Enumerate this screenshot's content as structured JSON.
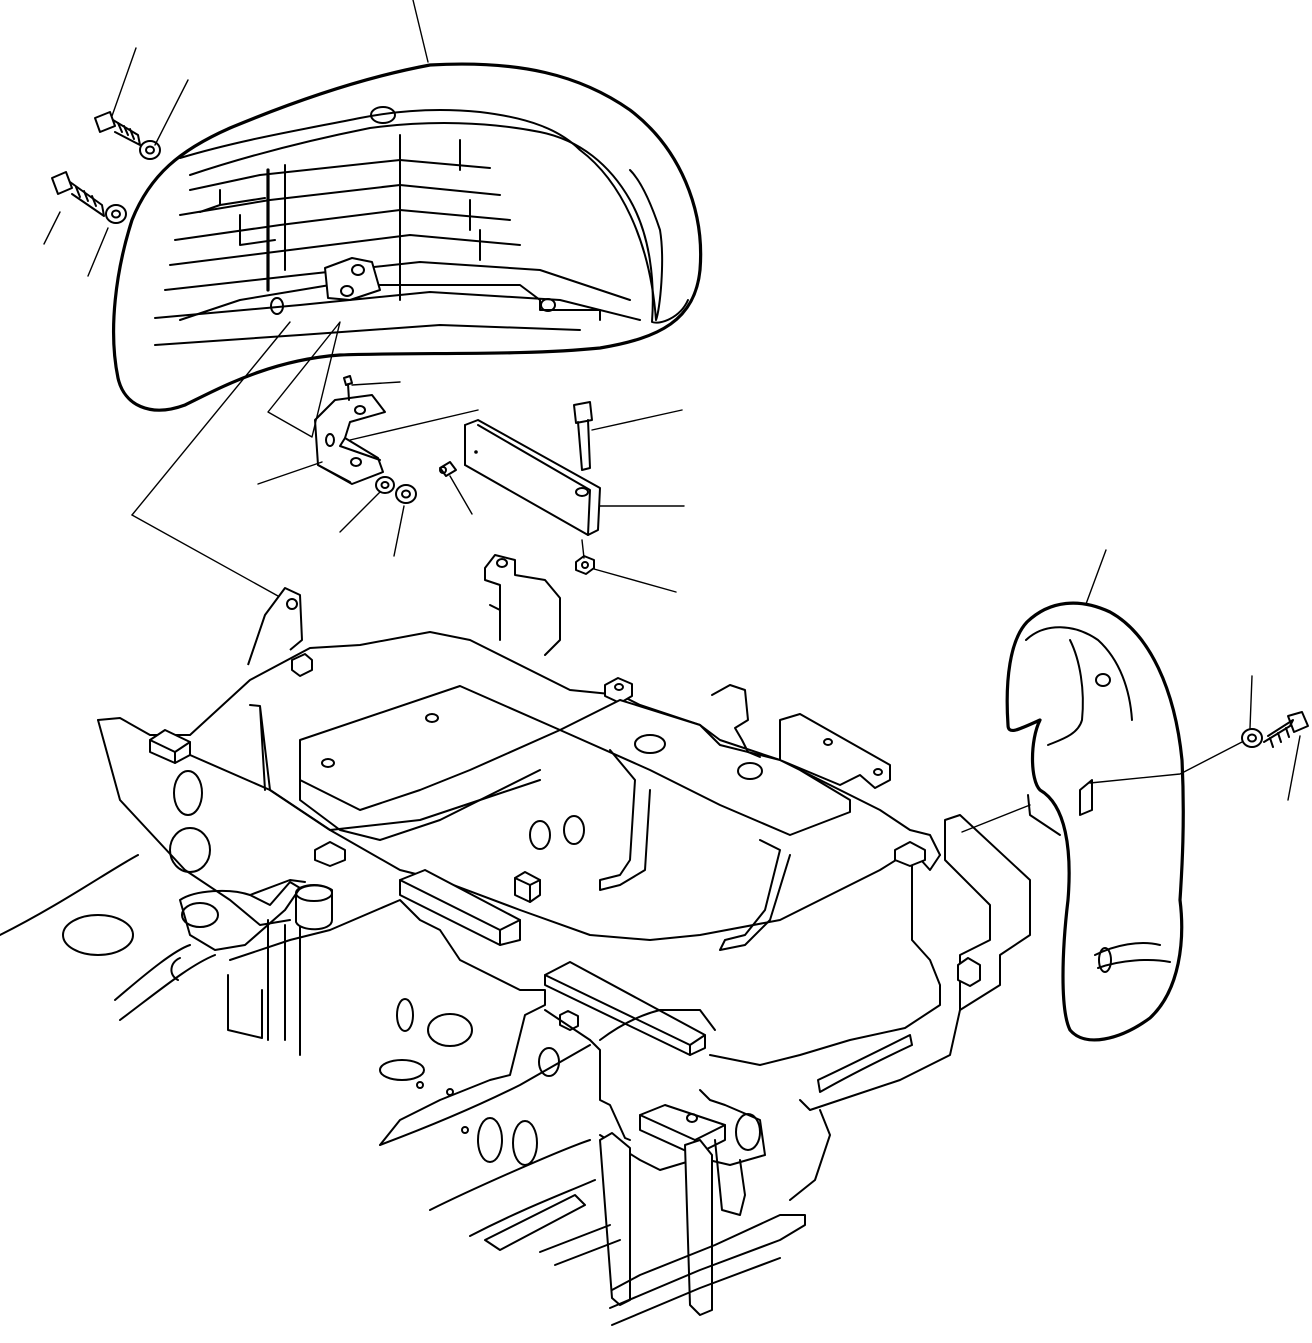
{
  "diagram": {
    "type": "exploded parts drawing",
    "colors": {
      "line": "#000000",
      "background": "#ffffff"
    },
    "parts": [
      {
        "id": "rear-counterweight-cover"
      },
      {
        "id": "side-cover"
      },
      {
        "id": "bracket"
      },
      {
        "id": "spacer-block"
      },
      {
        "id": "bolt"
      },
      {
        "id": "washer"
      },
      {
        "id": "nut"
      },
      {
        "id": "grease-fitting"
      },
      {
        "id": "revolving-frame"
      }
    ]
  }
}
